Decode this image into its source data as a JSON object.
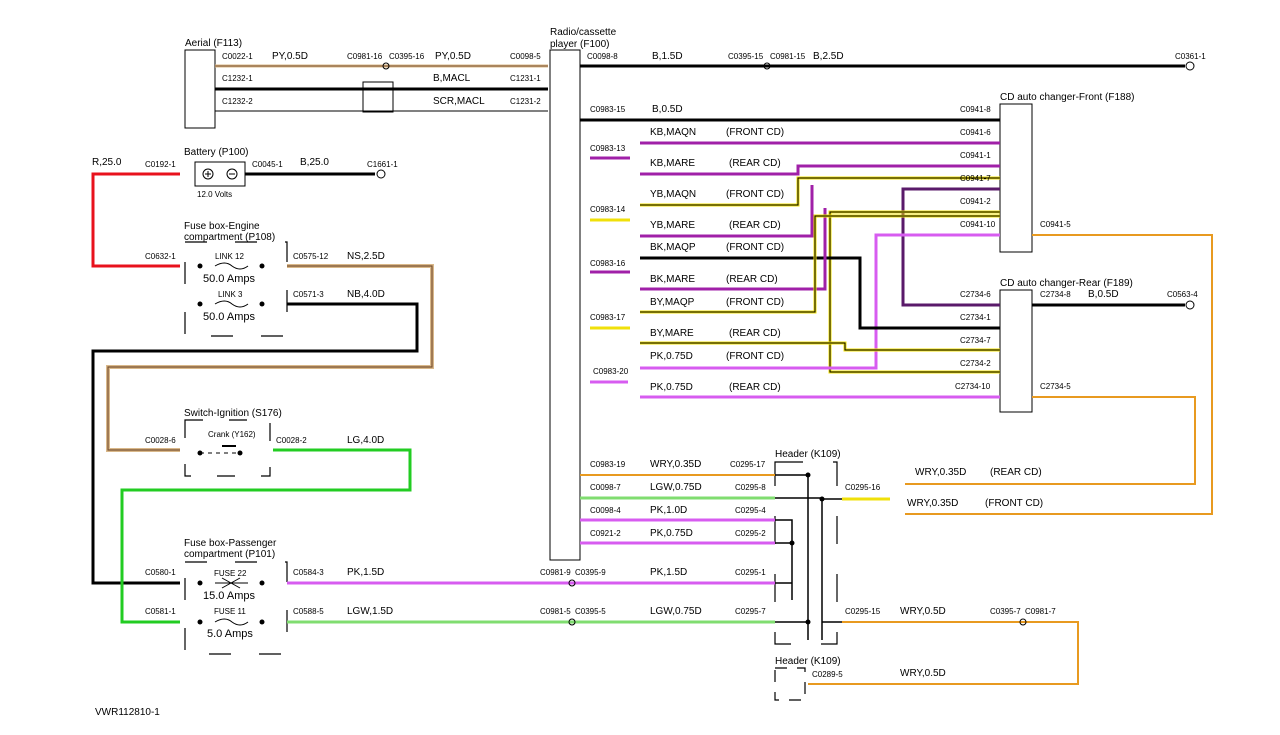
{
  "figure_id": "VWR112810-1",
  "components": {
    "aerial": {
      "title": "Aerial (F113)"
    },
    "radio": {
      "title": [
        "Radio/cassette",
        "player (F100)"
      ]
    },
    "battery": {
      "title": "Battery (P100)",
      "voltage": "12.0 Volts"
    },
    "fuse_engine": {
      "title": [
        "Fuse box-Engine",
        "compartment (P108)"
      ],
      "link1": "LINK 12",
      "link1_rating": "50.0 Amps",
      "link2": "LINK 3",
      "link2_rating": "50.0 Amps"
    },
    "ignition": {
      "title": "Switch-Ignition (S176)",
      "crank": "Crank (Y162)"
    },
    "fuse_pass": {
      "title": [
        "Fuse box-Passenger",
        "compartment (P101)"
      ],
      "fuse1": "FUSE 22",
      "fuse1_rating": "15.0 Amps",
      "fuse2": "FUSE 11",
      "fuse2_rating": "5.0 Amps"
    },
    "cd_front": {
      "title": "CD auto changer-Front (F188)"
    },
    "cd_rear": {
      "title": "CD auto changer-Rear (F189)"
    },
    "header1": {
      "title": "Header (K109)"
    },
    "header2": {
      "title": "Header (K109)"
    }
  },
  "connectors": {
    "c0022_1": "C0022-1",
    "c0981_16": "C0981-16",
    "c0395_16": "C0395-16",
    "c0098_5": "C0098-5",
    "c1232_1": "C1232-1",
    "c1231_1": "C1231-1",
    "c1232_2": "C1232-2",
    "c1231_2": "C1231-2",
    "c0098_8": "C0098-8",
    "c0395_15": "C0395-15",
    "c0981_15": "C0981-15",
    "c0361_1": "C0361-1",
    "c0192_1": "C0192-1",
    "c0045_1": "C0045-1",
    "c1661_1": "C1661-1",
    "c0632_1": "C0632-1",
    "c0575_12": "C0575-12",
    "c0571_3": "C0571-3",
    "c0983_15": "C0983-15",
    "c0941_8": "C0941-8",
    "c0941_6": "C0941-6",
    "c0983_13": "C0983-13",
    "c0941_1": "C0941-1",
    "c0941_7": "C0941-7",
    "c0983_14": "C0983-14",
    "c0941_2": "C0941-2",
    "c0941_10": "C0941-10",
    "c0941_5": "C0941-5",
    "c0983_16": "C0983-16",
    "c2734_6": "C2734-6",
    "c2734_8": "C2734-8",
    "c0563_4": "C0563-4",
    "c2734_1": "C2734-1",
    "c0983_17": "C0983-17",
    "c2734_7": "C2734-7",
    "c2734_2": "C2734-2",
    "c0983_20": "C0983-20",
    "c2734_10": "C2734-10",
    "c2734_5": "C2734-5",
    "c0028_6": "C0028-6",
    "c0028_2": "C0028-2",
    "c0983_19": "C0983-19",
    "c0295_17": "C0295-17",
    "c0098_7": "C0098-7",
    "c0295_8": "C0295-8",
    "c0295_16": "C0295-16",
    "c0098_4": "C0098-4",
    "c0295_4": "C0295-4",
    "c0921_2": "C0921-2",
    "c0295_2": "C0295-2",
    "c0580_1": "C0580-1",
    "c0584_3": "C0584-3",
    "c0981_9": "C0981-9",
    "c0395_9": "C0395-9",
    "c0295_1": "C0295-1",
    "c0581_1": "C0581-1",
    "c0588_5": "C0588-5",
    "c0981_5": "C0981-5",
    "c0395_5": "C0395-5",
    "c0295_7": "C0295-7",
    "c0295_15": "C0295-15",
    "c0395_7": "C0395-7",
    "c0981_7": "C0981-7",
    "c0289_5": "C0289-5"
  },
  "wires": {
    "py05_a": "PY,0.5D",
    "py05_b": "PY,0.5D",
    "b_macl": "B,MACL",
    "scr_macl": "SCR,MACL",
    "b15d": "B,1.5D",
    "b25d": "B,2.5D",
    "r25": "R,25.0",
    "b250": "B,25.0",
    "ns25": "NS,2.5D",
    "nb40": "NB,4.0D",
    "b05d": "B,0.5D",
    "kb_maqn": "KB,MAQN",
    "kb_mare": "KB,MARE",
    "yb_maqn": "YB,MAQN",
    "yb_mare": "YB,MARE",
    "bk_maqp": "BK,MAQP",
    "bk_mare": "BK,MARE",
    "by_maqp": "BY,MAQP",
    "by_mare": "BY,MARE",
    "pk075_a": "PK,0.75D",
    "pk075_b": "PK,0.75D",
    "b05d_rear": "B,0.5D",
    "lg40": "LG,4.0D",
    "wry035_a": "WRY,0.35D",
    "lgw075_a": "LGW,0.75D",
    "pk10": "PK,1.0D",
    "pk075_c": "PK,0.75D",
    "pk15_a": "PK,1.5D",
    "pk15_b": "PK,1.5D",
    "lgw15": "LGW,1.5D",
    "lgw075_b": "LGW,0.75D",
    "wry05_a": "WRY,0.5D",
    "wry05_b": "WRY,0.5D",
    "wry035_rear": "WRY,0.35D",
    "wry035_front": "WRY,0.35D"
  },
  "annotations": {
    "front_cd": "(FRONT CD)",
    "rear_cd": "(REAR CD)"
  },
  "colors": {
    "black": "#000000",
    "red": "#e8111d",
    "brown": "#7a5230",
    "tan": "#d9b88a",
    "violet": "#a020a8",
    "magenta": "#d75cf0",
    "yellow": "#f0e00a",
    "green": "#3ed43a",
    "lightgreen": "#80dd70",
    "orange": "#e89a20",
    "sand": "#e0b070"
  }
}
